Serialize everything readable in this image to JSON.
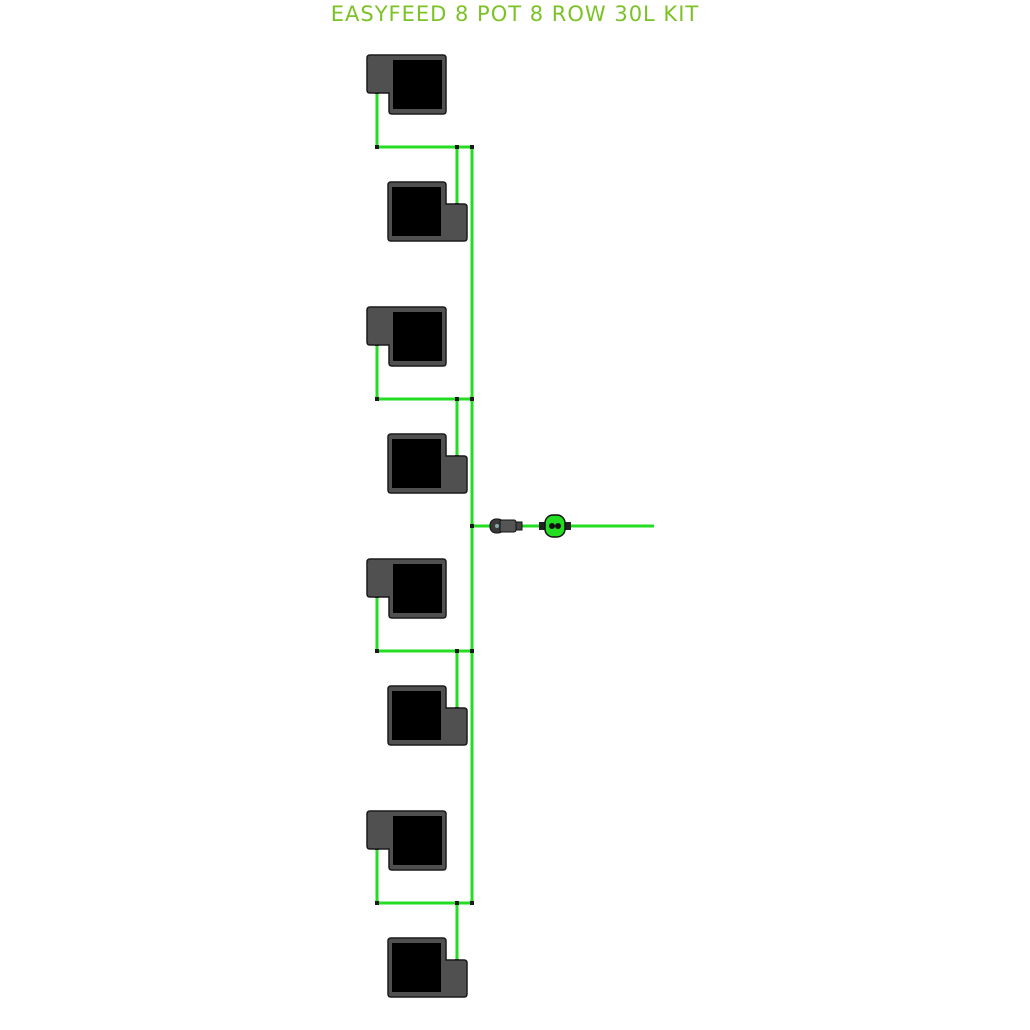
{
  "title": "EASYFEED 8 POT 8 ROW 30L KIT",
  "colors": {
    "title": "#7cc227",
    "pipe": "#22dd22",
    "pot_body": "#505050",
    "pot_soil": "#000000",
    "outline": "#1a1a1a"
  },
  "components": {
    "pot_count": 8,
    "pot_volume": "30L",
    "rows": 8,
    "icons": [
      "pot-icon",
      "filter-icon",
      "valve-icon",
      "pipe-joint-icon"
    ]
  }
}
